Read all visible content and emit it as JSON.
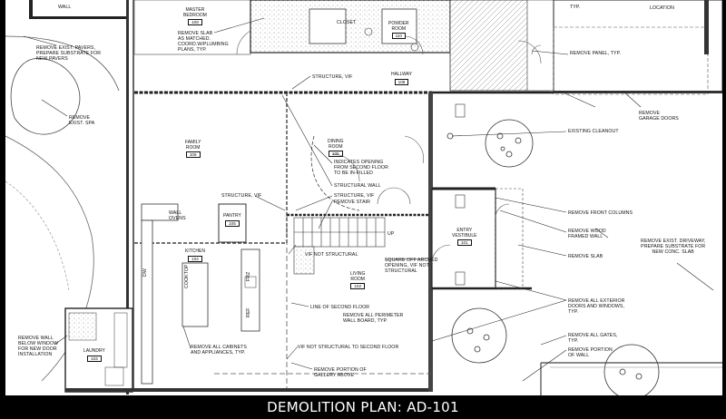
{
  "caption": "DEMOLITION PLAN: AD-101",
  "rooms": {
    "wall": "WALL",
    "master_bedroom": {
      "name": "MASTER\nBEDROOM",
      "num": "109"
    },
    "closet": "CLOSET",
    "powder": {
      "name": "POWDER\nROOM",
      "num": "110"
    },
    "hallway": {
      "name": "HALLWAY",
      "num": "108"
    },
    "family": {
      "name": "FAMILY\nROOM",
      "num": "106"
    },
    "dining": {
      "name": "DINING\nROOM",
      "num": "105"
    },
    "pantry": {
      "name": "PANTRY",
      "num": "105"
    },
    "kitchen": {
      "name": "KITCHEN",
      "num": "104"
    },
    "living": {
      "name": "LIVING\nROOM",
      "num": "102"
    },
    "entry": {
      "name": "ENTRY\nVESTIBULE",
      "num": "101"
    },
    "laundry": {
      "name": "LAUNDRY",
      "num": "103"
    },
    "wall_ovens": "WALL\nOVENS",
    "cooktop": "COOKTOP",
    "frz": "FRZ",
    "ref": "REF",
    "dw": "DW",
    "up": "UP",
    "location": "LOCATION",
    "typ_top": "TYP."
  },
  "notes": {
    "pavers": "REMOVE EXIST. PAVERS,\nPREPARE SUBSTRATE FOR\nNEW PAVERS",
    "spa": "REMOVE\nEXIST. SPA",
    "slab": "REMOVE SLAB\nAS MATCHED.\nCOORD.W/PLUMBING\nPLANS, TYP.",
    "structure_vif_top": "STRUCTURE, VIF",
    "panel": "REMOVE PANEL, TYP.",
    "garage": "REMOVE\nGARAGE DOORS",
    "cleanout": "EXISTING CLEANOUT",
    "opening": "INDICATES OPENING\nFROM SECOND FLOOR\nTO BE IN-FILLED",
    "structural_wall": "STRUCTURAL WALL",
    "structure_vif_mid": "STRUCTURE, VIF",
    "remove_stair": "REMOVE STAIR",
    "structure_vif_left": "STRUCTURE, VIF",
    "front_columns": "REMOVE FRONT COLUMNS",
    "wood_wall": "REMOVE WOOD\nFRAMED WALL",
    "driveway": "REMOVE EXIST. DRIVEWAY,\nPREPARE SUBSTRATE FOR\nNEW CONC. SLAB",
    "remove_slab": "REMOVE SLAB",
    "vif_not_structural": "VIF NOT STRUCTURAL",
    "square_off": "SQUARE OFF ARCHED\nOPENING, VIF NOT\nSTRUCTURAL",
    "second_floor_line": "LINE OF SECOND FLOOR",
    "perimeter": "REMOVE ALL PERIMETER\nWALL BOARD, TYP.",
    "exterior_doors": "REMOVE ALL EXTERIOR\nDOORS AND WINDOWS,\nTYP.",
    "cabinets": "REMOVE ALL CABINETS\nAND APPLIANCES, TYP.",
    "below_window": "REMOVE WALL\nBELOW WINDOW\nFOR NEW DOOR\nINSTALLATION",
    "gates": "REMOVE ALL GATES,\nTYP.",
    "portion_wall": "REMOVE PORTION\nOF WALL",
    "vif_second_floor": "VIF NOT STRUCTURAL TO SECOND FLOOR",
    "gallery": "REMOVE PORTION OF\nGALLERY ABOVE"
  }
}
